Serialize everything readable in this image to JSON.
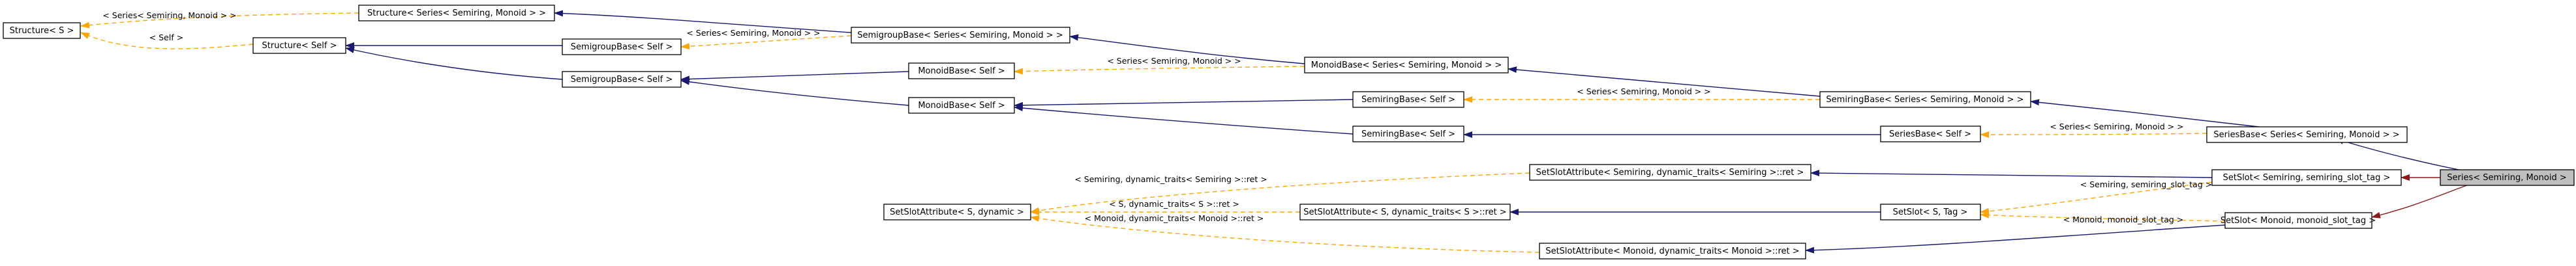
{
  "colors": {
    "inheritance": "#191970",
    "template": "#ffa500",
    "specialization": "#8b1a1a",
    "highlight_fill": "#bfbfbf"
  },
  "nodes": [
    {
      "id": "structure_s",
      "label": "Structure< S >"
    },
    {
      "id": "structure_series",
      "label": "Structure< Series< Semiring, Monoid > >"
    },
    {
      "id": "structure_self",
      "label": "Structure< Self >"
    },
    {
      "id": "semigroupbase_series",
      "label": "SemigroupBase< Series< Semiring, Monoid > >"
    },
    {
      "id": "semigroupbase_self_a",
      "label": "SemigroupBase< Self >"
    },
    {
      "id": "semigroupbase_self_b",
      "label": "SemigroupBase< Self >"
    },
    {
      "id": "monoidbase_self_a",
      "label": "MonoidBase< Self >"
    },
    {
      "id": "monoidbase_self_b",
      "label": "MonoidBase< Self >"
    },
    {
      "id": "monoidbase_series",
      "label": "MonoidBase< Series< Semiring, Monoid > >"
    },
    {
      "id": "semiringbase_self_a",
      "label": "SemiringBase< Self >"
    },
    {
      "id": "semiringbase_self_b",
      "label": "SemiringBase< Self >"
    },
    {
      "id": "semiringbase_series",
      "label": "SemiringBase< Series< Semiring, Monoid > >"
    },
    {
      "id": "seriesbase_self",
      "label": "SeriesBase< Self >"
    },
    {
      "id": "seriesbase_series",
      "label": "SeriesBase< Series< Semiring, Monoid > >"
    },
    {
      "id": "series",
      "label": "Series< Semiring, Monoid >"
    },
    {
      "id": "setslotattr_semiring",
      "label": "SetSlotAttribute< Semiring, dynamic_traits< Semiring >::ret >"
    },
    {
      "id": "setslot_semiring",
      "label": "SetSlot< Semiring, semiring_slot_tag >"
    },
    {
      "id": "setslotattr_s_dynamic",
      "label": "SetSlotAttribute< S, dynamic >"
    },
    {
      "id": "setslotattr_s_traits",
      "label": "SetSlotAttribute< S, dynamic_traits< S >::ret >"
    },
    {
      "id": "setslot_s_tag",
      "label": "SetSlot< S, Tag >"
    },
    {
      "id": "setslot_monoid",
      "label": "SetSlot< Monoid, monoid_slot_tag >"
    },
    {
      "id": "setslotattr_monoid",
      "label": "SetSlotAttribute< Monoid, dynamic_traits< Monoid >::ret >"
    }
  ],
  "edge_labels": [
    {
      "id": "lbl_series_monoid_1",
      "text": "< Series< Semiring, Monoid > >"
    },
    {
      "id": "lbl_self_1",
      "text": "< Self >"
    },
    {
      "id": "lbl_series_monoid_2",
      "text": "< Series< Semiring, Monoid > >"
    },
    {
      "id": "lbl_series_monoid_3",
      "text": "< Series< Semiring, Monoid > >"
    },
    {
      "id": "lbl_series_monoid_4",
      "text": "< Series< Semiring, Monoid > >"
    },
    {
      "id": "lbl_series_monoid_5",
      "text": "< Series< Semiring, Monoid > >"
    },
    {
      "id": "lbl_semiring_traits",
      "text": "< Semiring, dynamic_traits< Semiring >::ret >"
    },
    {
      "id": "lbl_semiring_slot_tag",
      "text": "< Semiring, semiring_slot_tag >"
    },
    {
      "id": "lbl_s_traits",
      "text": "< S, dynamic_traits< S >::ret >"
    },
    {
      "id": "lbl_monoid_traits",
      "text": "< Monoid, dynamic_traits< Monoid >::ret >"
    },
    {
      "id": "lbl_monoid_slot_tag",
      "text": "< Monoid, monoid_slot_tag >"
    }
  ]
}
